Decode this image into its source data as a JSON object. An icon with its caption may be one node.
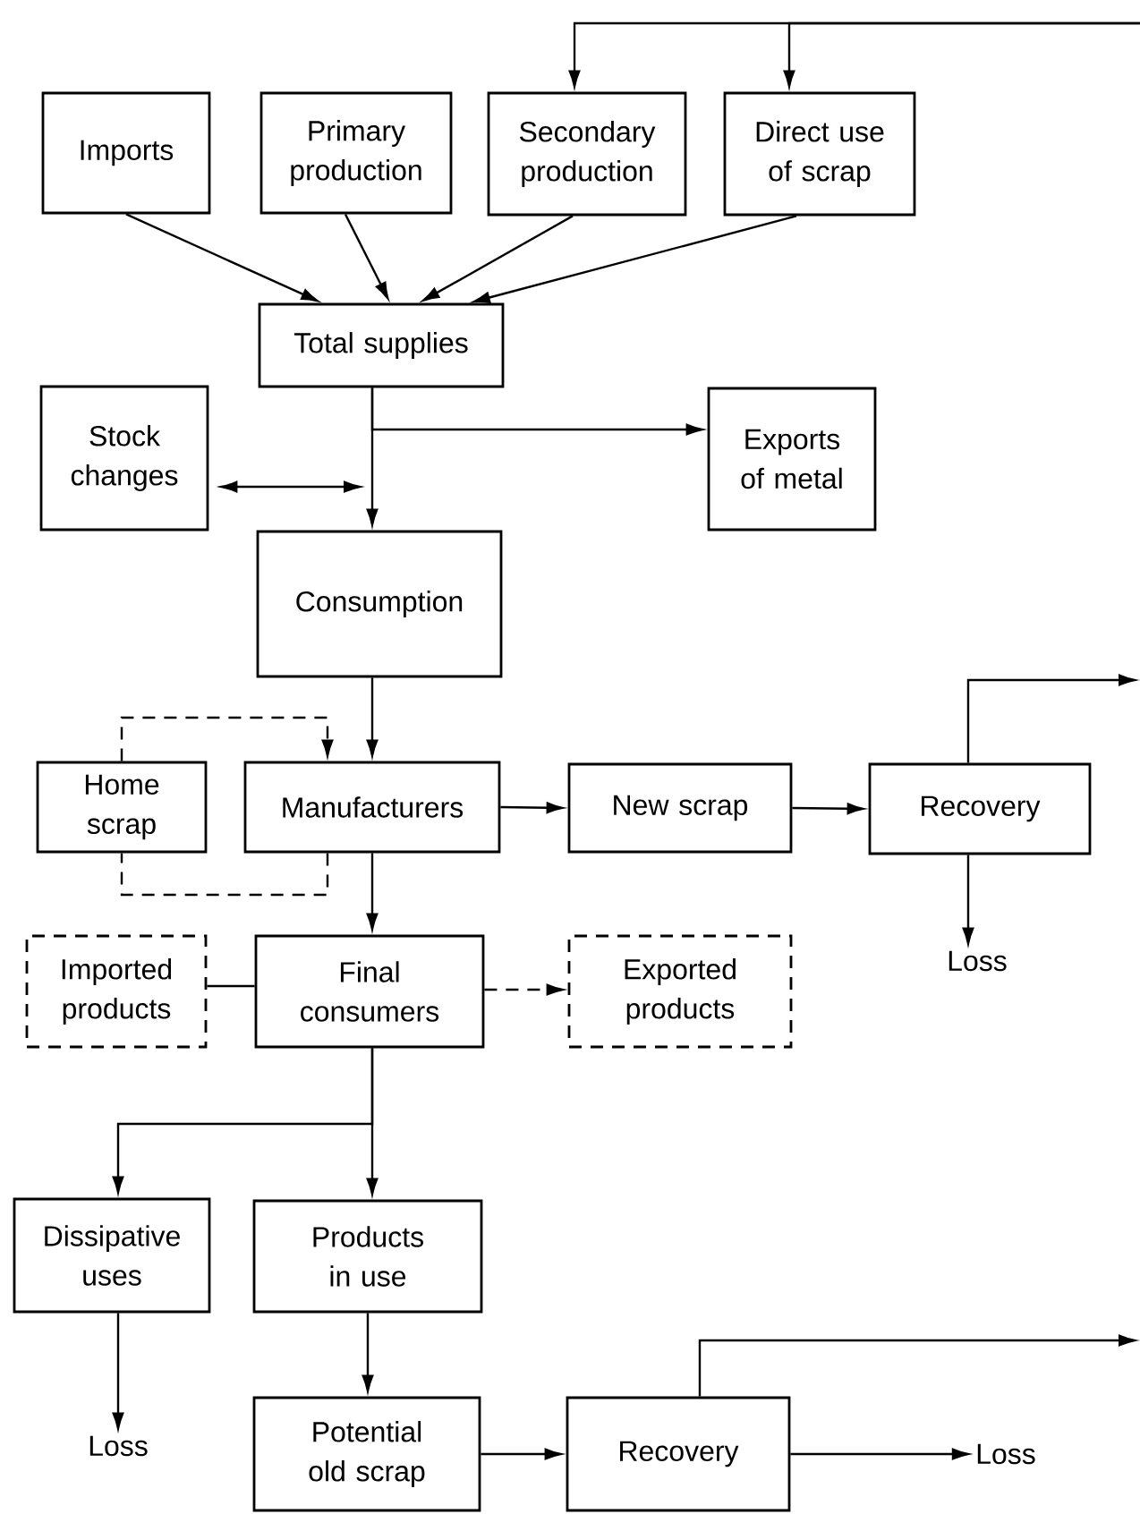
{
  "diagram": {
    "nodes": [
      {
        "text": [
          "Imports"
        ]
      },
      {
        "text": [
          "Primary production"
        ]
      },
      {
        "text": [
          "Secondary production"
        ]
      },
      {
        "text": [
          "Direct use of scrap"
        ]
      },
      {
        "text": [
          "Total supplies"
        ]
      },
      {
        "text": [
          "Stock changes"
        ]
      },
      {
        "text": [
          "Exports of metal"
        ]
      },
      {
        "text": [
          "Consumption"
        ]
      },
      {
        "text": [
          "Home scrap"
        ]
      },
      {
        "text": [
          "Manufacturers"
        ]
      },
      {
        "text": [
          "New scrap"
        ]
      },
      {
        "text": [
          "Recovery"
        ]
      },
      {
        "text": [
          "Loss"
        ]
      },
      {
        "text": [
          "Imported products"
        ]
      },
      {
        "text": [
          "Final consumers"
        ]
      },
      {
        "text": [
          "Exported products"
        ]
      },
      {
        "text": [
          "Dissipative uses"
        ]
      },
      {
        "text": [
          "Products in use"
        ]
      },
      {
        "text": [
          "Loss"
        ]
      },
      {
        "text": [
          "Potential old scrap"
        ]
      },
      {
        "text": [
          "Recovery"
        ]
      },
      {
        "text": [
          "Loss"
        ]
      }
    ],
    "edges": [
      {
        "from": 0,
        "to": 4,
        "arrow": "to"
      },
      {
        "from": 1,
        "to": 4,
        "arrow": "to"
      },
      {
        "from": 2,
        "to": 4,
        "arrow": "to"
      },
      {
        "from": 3,
        "to": 4,
        "arrow": "to"
      },
      {
        "from": null,
        "to": 2,
        "arrow": "to"
      },
      {
        "from": null,
        "to": 3,
        "arrow": "to"
      },
      {
        "from": 4,
        "to": 7,
        "arrow": "to"
      },
      {
        "from": 4,
        "to": 6,
        "arrow": "to"
      },
      {
        "from": 5,
        "to": null,
        "arrow": "both"
      },
      {
        "from": 7,
        "to": 9,
        "arrow": "to"
      },
      {
        "from": 8,
        "to": 9,
        "arrow": "to",
        "style": "dashed"
      },
      {
        "from": 9,
        "to": 8,
        "arrow": "none",
        "style": "dashed"
      },
      {
        "from": 9,
        "to": 10,
        "arrow": "to"
      },
      {
        "from": 10,
        "to": 11,
        "arrow": "to"
      },
      {
        "from": 11,
        "to": 12,
        "arrow": "to"
      },
      {
        "from": 11,
        "to": null,
        "arrow": "to"
      },
      {
        "from": 9,
        "to": 14,
        "arrow": "to"
      },
      {
        "from": 13,
        "to": 14,
        "arrow": "none"
      },
      {
        "from": 14,
        "to": 15,
        "arrow": "to",
        "style": "dashed"
      },
      {
        "from": 14,
        "to": 16,
        "arrow": "to"
      },
      {
        "from": 14,
        "to": 17,
        "arrow": "to"
      },
      {
        "from": 16,
        "to": 18,
        "arrow": "to"
      },
      {
        "from": 17,
        "to": 19,
        "arrow": "to"
      },
      {
        "from": 19,
        "to": 20,
        "arrow": "to"
      },
      {
        "from": 20,
        "to": 21,
        "arrow": "to"
      },
      {
        "from": 20,
        "to": null,
        "arrow": "to"
      }
    ]
  }
}
